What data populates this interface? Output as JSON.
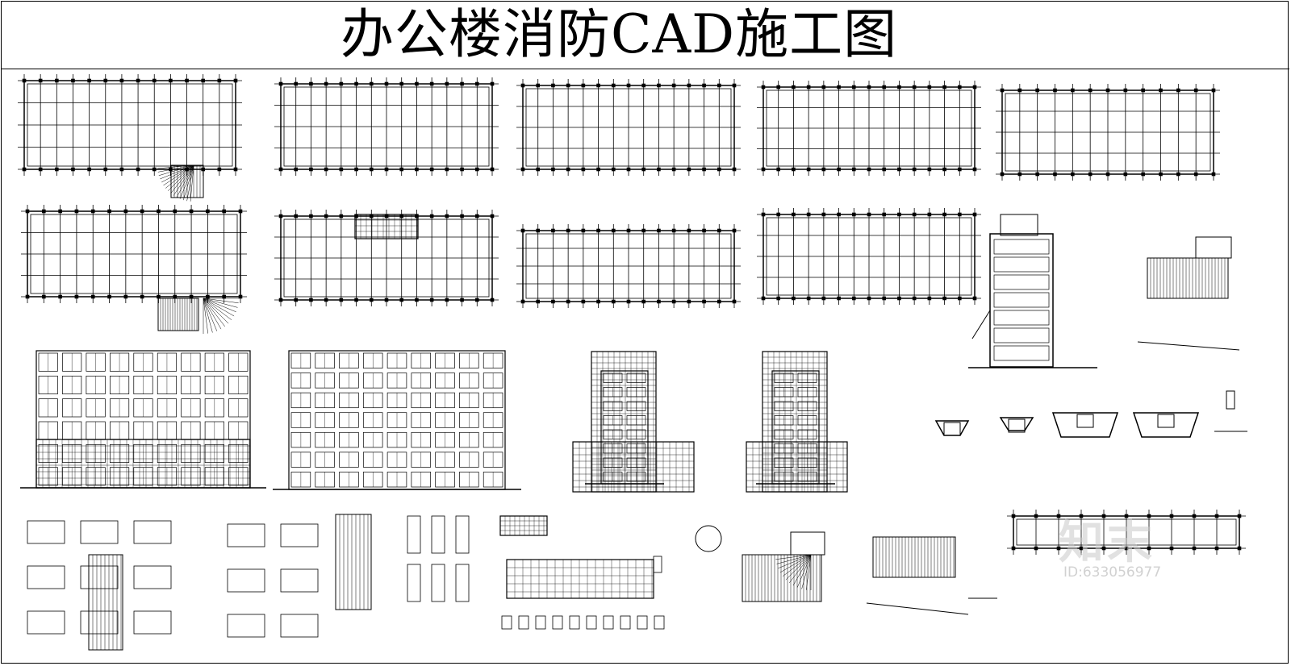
{
  "document": {
    "title": "办公楼消防CAD施工图"
  },
  "watermark": {
    "logo": "知末",
    "id_text": "ID:633056977"
  },
  "colors": {
    "line": "#000000",
    "background": "#ffffff",
    "watermark": "#c8c8c8"
  }
}
